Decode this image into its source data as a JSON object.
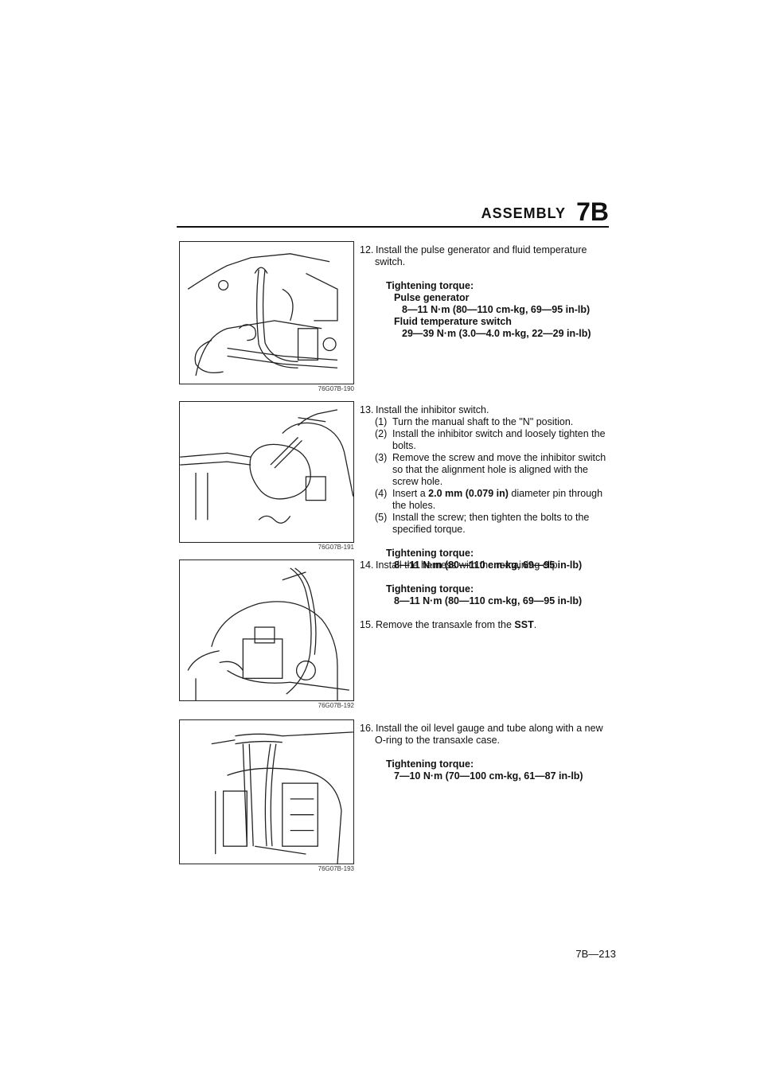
{
  "header": {
    "title": "ASSEMBLY",
    "code": "7B"
  },
  "figures": [
    {
      "caption": "76G07B-190"
    },
    {
      "caption": "76G07B-191"
    },
    {
      "caption": "76G07B-192"
    },
    {
      "caption": "76G07B-193"
    }
  ],
  "steps": {
    "s12": {
      "num": "12.",
      "text1": "Install the pulse generator and fluid temperature",
      "text2": "switch.",
      "torque_label": "Tightening torque:",
      "item1": "Pulse generator",
      "value1": "8—11 N·m (80—110 cm-kg, 69—95 in-lb)",
      "item2": "Fluid temperature switch",
      "value2": "29—39 N·m (3.0—4.0 m-kg, 22—29 in-lb)"
    },
    "s13": {
      "num": "13.",
      "text": "Install the inhibitor switch.",
      "subs": [
        {
          "n": "(1)",
          "t": "Turn the manual shaft to the \"N\" position."
        },
        {
          "n": "(2)",
          "t": "Install the inhibitor switch and loosely tighten the bolts."
        },
        {
          "n": "(3)",
          "t": "Remove the screw and move the inhibitor switch so that the alignment hole is aligned with the screw hole."
        },
        {
          "n": "(4)",
          "t_pre": "Insert a ",
          "t_bold": "2.0 mm (0.079 in)",
          "t_post": " diameter pin through the holes."
        },
        {
          "n": "(5)",
          "t": "Install the screw; then tighten the bolts to the specified torque."
        }
      ],
      "torque_label": "Tightening torque:",
      "value": "8—11 N·m (80—110 cm-kg, 69—95 in-lb)"
    },
    "s14": {
      "num": "14.",
      "text": "Install the harness with the remaining clip.",
      "torque_label": "Tightening torque:",
      "value": "8—11 N·m (80—110 cm-kg, 69—95 in-lb)"
    },
    "s15": {
      "num": "15.",
      "text_pre": "Remove the transaxle from the ",
      "text_bold": "SST",
      "text_post": "."
    },
    "s16": {
      "num": "16.",
      "text1": "Install the oil level gauge and tube along with a new",
      "text2": "O-ring to the transaxle case.",
      "torque_label": "Tightening torque:",
      "value": "7—10 N·m (70—100 cm-kg, 61—87 in-lb)"
    }
  },
  "footer": {
    "page": "7B—213"
  }
}
